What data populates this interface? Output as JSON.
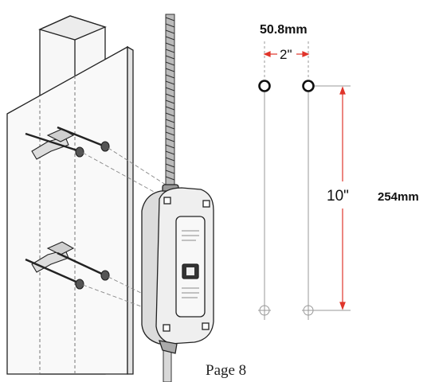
{
  "dimensions": {
    "top_mm": "50.8mm",
    "spacing_in": "2\"",
    "height_in": "10\"",
    "height_mm": "254mm"
  },
  "footer": {
    "page_label": "Page 8"
  },
  "colors": {
    "dimension_line": "#e0352b",
    "outline": "#222222",
    "wood_fill": "#f6f6f6",
    "device_fill": "#efefef",
    "guide_line": "#9a9a9a"
  }
}
